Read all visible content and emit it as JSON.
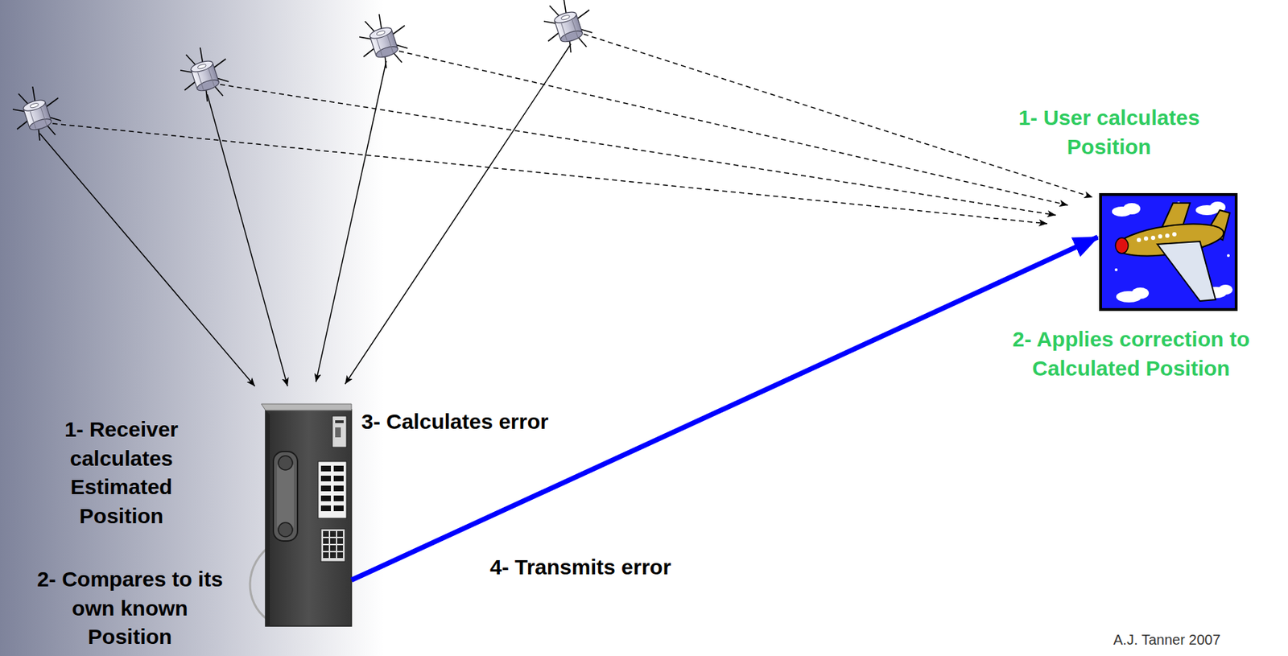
{
  "diagram": {
    "nodes": [
      {
        "text": [
          "1- Receiver calculates Estimated Position",
          "2- Compares to its own known Position",
          "3- Calculates error"
        ]
      },
      {
        "text": [
          "1- User calculates Position",
          "2- Applies correction to Calculated Position"
        ]
      }
    ],
    "edges": [
      {
        "from": 0,
        "to": 1,
        "arrow": "to",
        "label": "4- Transmits error"
      }
    ],
    "labels": [
      "A.J. Tanner 2007"
    ]
  }
}
